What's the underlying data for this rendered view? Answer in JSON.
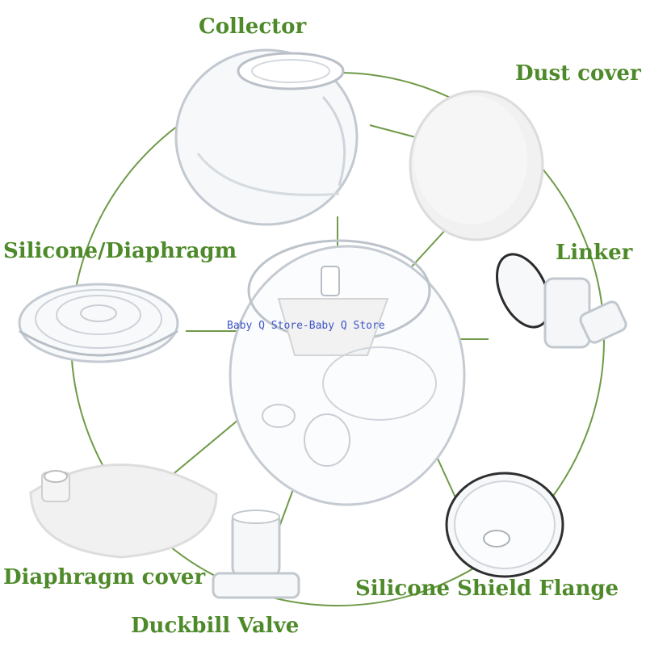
{
  "labels": {
    "collector": "Collector",
    "dust_cover": "Dust cover",
    "silicone_diaphragm": "Silicone/Diaphragm",
    "linker": "Linker",
    "diaphragm_cover": "Diaphragm cover",
    "silicone_shield_flange": "Silicone Shield Flange",
    "duckbill_valve": "Duckbill Valve"
  },
  "watermark": "Baby Q Store-Baby Q Store",
  "colors": {
    "label_green": "#4e8a2a",
    "connector_line": "#6f9a48",
    "watermark_blue": "#3f56c9",
    "plastic_edge": "#c9ced4",
    "cap_white": "#f1f1f1"
  }
}
